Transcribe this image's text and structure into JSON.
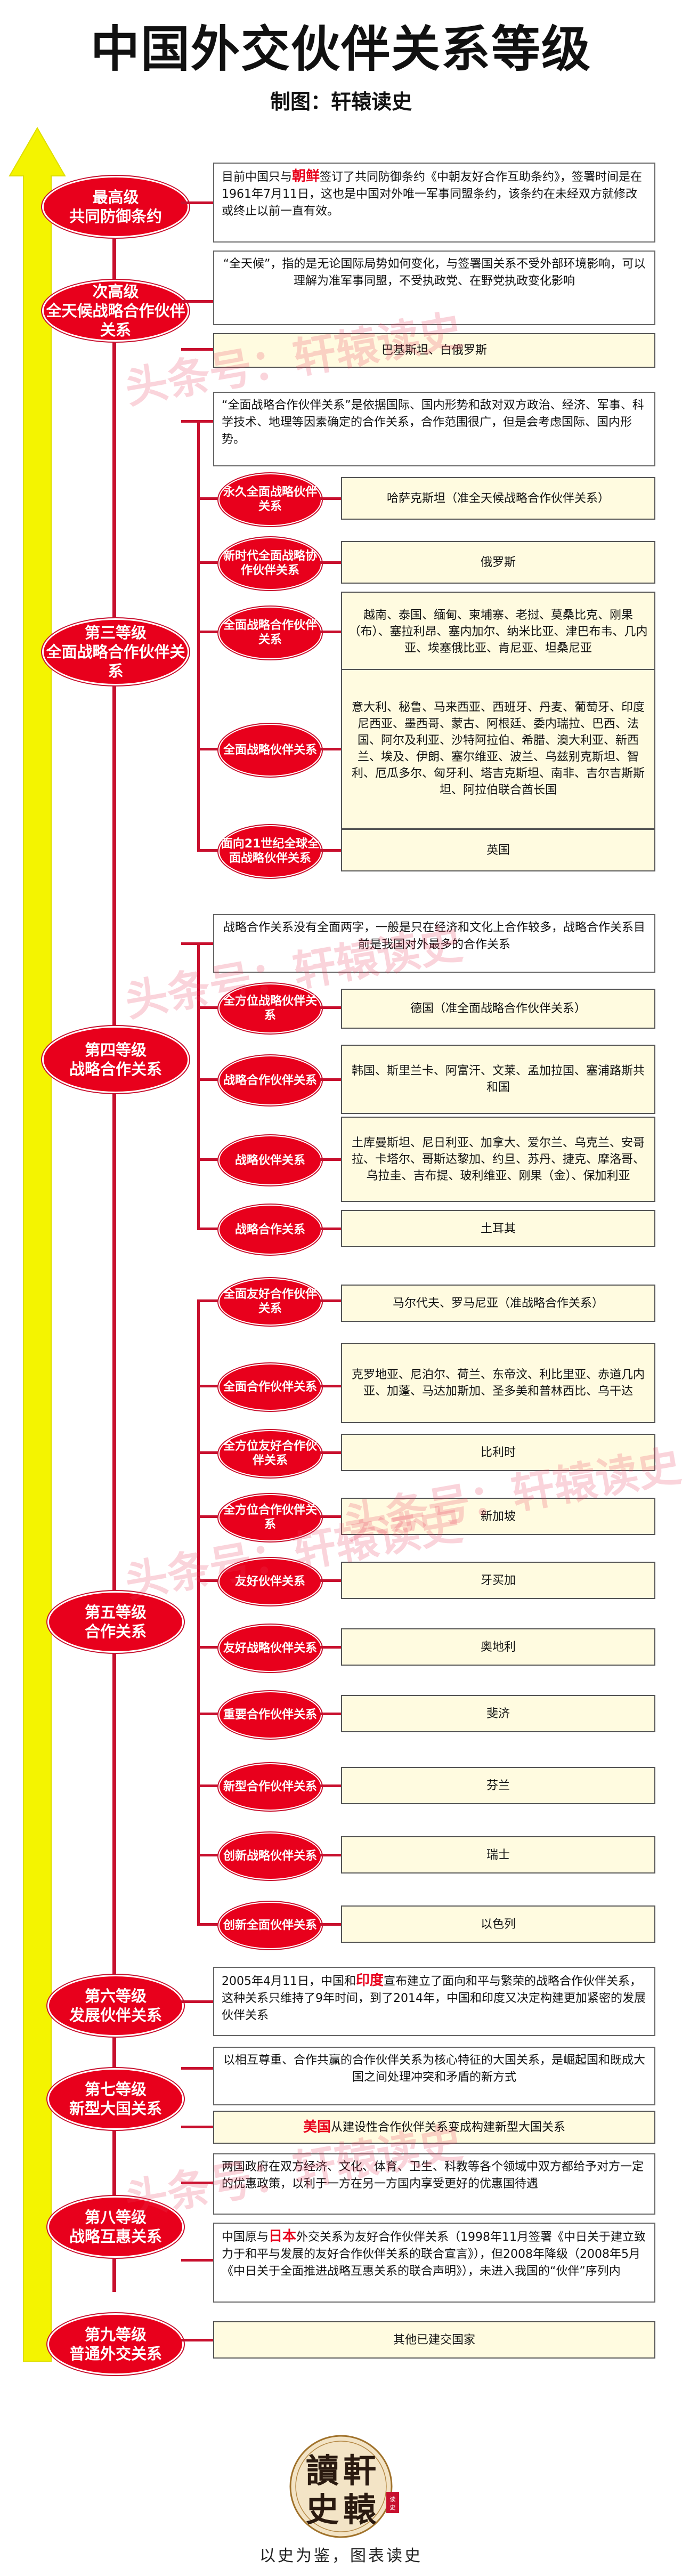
{
  "header": {
    "title": "中国外交伙伴关系等级",
    "credit": "制图：轩辕读史"
  },
  "watermarks": [
    "头条号：轩辕读史",
    "头条号：轩辕读史",
    "头条号：轩辕读史",
    "头条号：轩辕读史",
    "头条号：轩辕读史"
  ],
  "colors": {
    "accent": "#e8001c",
    "arrow": "#f4f400",
    "box_fill": "#fffbe0"
  },
  "levels": [
    {
      "label": "最高级\n共同防御条约",
      "desc": [
        "目前中国只与",
        "朝鲜",
        "签订了共同防御条约《中朝友好合作互助条约》，签署时间是在1961年7月11日，这也是中国对外唯一军事同盟条约，该条约在未经双方就修改或终止以前一直有效。"
      ]
    },
    {
      "label": "次高级\n全天候战略合作伙伴关系",
      "desc": [
        "“全天候”，指的是无论国际局势如何变化，与签署国关系不受外部环境影响，可以理解为准军事同盟，不受执政党、在野党执政变化影响"
      ],
      "items": [
        {
          "text": "巴基斯坦、白俄罗斯"
        }
      ]
    },
    {
      "label": "第三等级\n全面战略合作伙伴关系",
      "desc": [
        "“全面战略合作伙伴关系”是依据国际、国内形势和敌对双方政治、经济、军事、科学技术、地理等因素确定的合作关系，合作范围很广，但是会考虑国际、国内形势。"
      ],
      "subs": [
        {
          "label": "永久全面战略伙伴关系",
          "text": "哈萨克斯坦（准全天候战略合作伙伴关系）"
        },
        {
          "label": "新时代全面战略协作伙伴关系",
          "text": "俄罗斯"
        },
        {
          "label": "全面战略合作伙伴关系",
          "text": "越南、泰国、缅甸、柬埔寨、老挝、莫桑比克、刚果（布）、塞拉利昂、塞内加尔、纳米比亚、津巴布韦、几内亚、埃塞俄比亚、肯尼亚、坦桑尼亚"
        },
        {
          "label": "全面战略伙伴关系",
          "text": "意大利、秘鲁、马来西亚、西班牙、丹麦、葡萄牙、印度尼西亚、墨西哥、蒙古、阿根廷、委内瑞拉、巴西、法国、阿尔及利亚、沙特阿拉伯、希腊、澳大利亚、新西兰、埃及、伊朗、塞尔维亚、波兰、乌兹别克斯坦、智利、厄瓜多尔、匈牙利、塔吉克斯坦、南非、吉尔吉斯斯坦、阿拉伯联合酋长国"
        },
        {
          "label": "面向21世纪全球全面战略伙伴关系",
          "text": "英国"
        }
      ]
    },
    {
      "label": "第四等级\n战略合作关系",
      "desc": [
        "战略合作关系没有全面两字，一般是只在经济和文化上合作较多，战略合作关系目前是我国对外最多的合作关系"
      ],
      "subs": [
        {
          "label": "全方位战略伙伴关系",
          "text": "德国（准全面战略合作伙伴关系）"
        },
        {
          "label": "战略合作伙伴关系",
          "text": "韩国、斯里兰卡、阿富汗、文莱、孟加拉国、塞浦路斯共和国"
        },
        {
          "label": "战略伙伴关系",
          "text": "土库曼斯坦、尼日利亚、加拿大、爱尔兰、乌克兰、安哥拉、卡塔尔、哥斯达黎加、约旦、苏丹、捷克、摩洛哥、乌拉圭、吉布提、玻利维亚、刚果（金）、保加利亚"
        },
        {
          "label": "战略合作关系",
          "text": "土耳其"
        }
      ]
    },
    {
      "label": "第五等级\n合作关系",
      "subs": [
        {
          "label": "全面友好合作伙伴关系",
          "text": "马尔代夫、罗马尼亚（准战略合作关系）"
        },
        {
          "label": "全面合作伙伴关系",
          "text": "克罗地亚、尼泊尔、荷兰、东帝汶、利比里亚、赤道几内亚、加蓬、马达加斯加、圣多美和普林西比、乌干达"
        },
        {
          "label": "全方位友好合作伙伴关系",
          "text": "比利时"
        },
        {
          "label": "全方位合作伙伴关系",
          "text": "新加坡"
        },
        {
          "label": "友好伙伴关系",
          "text": "牙买加"
        },
        {
          "label": "友好战略伙伴关系",
          "text": "奥地利"
        },
        {
          "label": "重要合作伙伴关系",
          "text": "斐济"
        },
        {
          "label": "新型合作伙伴关系",
          "text": "芬兰"
        },
        {
          "label": "创新战略伙伴关系",
          "text": "瑞士"
        },
        {
          "label": "创新全面伙伴关系",
          "text": "以色列"
        }
      ]
    },
    {
      "label": "第六等级\n发展伙伴关系",
      "desc": [
        "2005年4月11日，中国和",
        "印度",
        "宣布建立了面向和平与繁荣的战略合作伙伴关系，这种关系只维持了9年时间，到了2014年，中国和印度又决定构建更加紧密的发展伙伴关系"
      ]
    },
    {
      "label": "第七等级\n新型大国关系",
      "desc": [
        "以相互尊重、合作共赢的合作伙伴关系为核心特征的大国关系，是崛起国和既成大国之间处理冲突和矛盾的新方式"
      ],
      "items": [
        {
          "pre": "美国",
          "text": "从建设性合作伙伴关系变成构建新型大国关系"
        }
      ]
    },
    {
      "label": "第八等级\n战略互惠关系",
      "desc": [
        "两国政府在双方经济、文化、体育、卫生、科教等各个领域中双方都给予对方一定的优惠政策，以利于一方在另一方国内享受更好的优惠国待遇"
      ],
      "desc2": [
        "中国原与",
        "日本",
        "外交关系为友好合作伙伴关系（1998年11月签署《中日关于建立致力于和平与发展的友好合作伙伴关系的联合宣言》），但2008年降级（2008年5月《中日关于全面推进战略互惠关系的联合声明》），未进入我国的“伙伴”序列内"
      ]
    },
    {
      "label": "第九等级\n普通外交关系",
      "items": [
        {
          "text": "其他已建交国家"
        }
      ]
    }
  ],
  "seal": {
    "chars": [
      "讀",
      "軒",
      "史",
      "轅"
    ],
    "small": "读史"
  },
  "motto": "以史为鉴，图表读史"
}
